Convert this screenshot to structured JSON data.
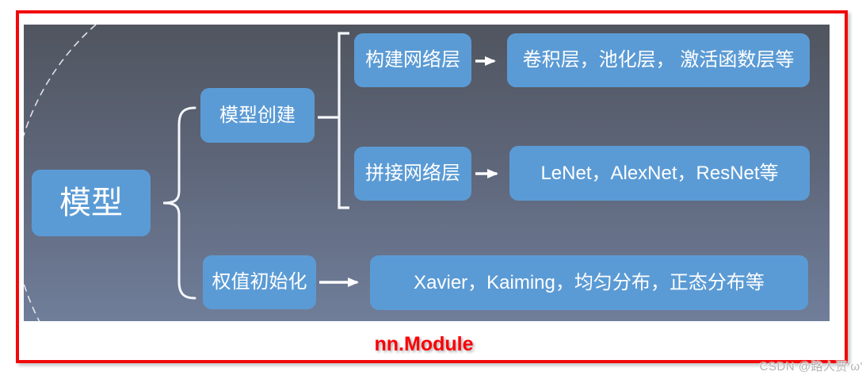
{
  "colors": {
    "node_fill": "#5b9bd5",
    "node_text": "#ffffff",
    "frame_red": "#f10909",
    "caption_red": "#fb0006",
    "panel_gradient_top": "#50555f",
    "panel_gradient_bottom": "#707e9a",
    "connector_white": "#ffffff",
    "watermark_gray": "#b3b3b3"
  },
  "diagram": {
    "root_label": "模型",
    "model_create_label": "模型创建",
    "build_layers_label": "构建网络层",
    "build_layers_examples": "卷积层，池化层， 激活函数层等",
    "concat_layers_label": "拼接网络层",
    "concat_layers_examples": "LeNet，AlexNet，ResNet等",
    "weight_init_label": "权值初始化",
    "weight_init_examples": "Xavier，Kaiming，均匀分布，正态分布等"
  },
  "caption": "nn.Module",
  "watermark": "CSDN @路人贾'ω'"
}
